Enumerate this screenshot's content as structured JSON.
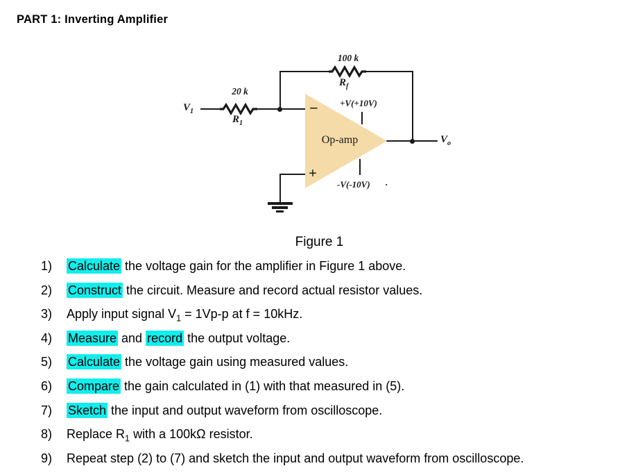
{
  "page": {
    "title": "PART 1: Inverting Amplifier"
  },
  "figure": {
    "caption": "Figure 1",
    "colors": {
      "opamp_fill": "#F5DBA7",
      "wire": "#1A1A1A",
      "highlight": "#12EDED"
    },
    "labels": {
      "rf_value": "100 k",
      "rf_name": "R",
      "rf_sub": "f",
      "r1_value": "20 k",
      "r1_name": "R",
      "r1_sub": "1",
      "vin_name": "V",
      "vin_sub": "1",
      "vout_name": "V",
      "vout_sub": "o",
      "opamp": "Op-amp",
      "minus_sign": "−",
      "plus_sign": "+",
      "vplus": "+V(+10V)",
      "vminus": "-V(-10V)",
      "vminus_period": "."
    }
  },
  "procedure": {
    "items": [
      {
        "num": "1)",
        "segments": [
          {
            "t": "Calculate",
            "h": true
          },
          {
            "t": " the voltage gain for the amplifier in Figure 1 above.",
            "h": false
          }
        ]
      },
      {
        "num": "2)",
        "segments": [
          {
            "t": "Construct",
            "h": true
          },
          {
            "t": " the circuit. Measure and record actual resistor values.",
            "h": false
          }
        ]
      },
      {
        "num": "3)",
        "segments": [
          {
            "t": "Apply input signal V",
            "h": false
          },
          {
            "t": "1",
            "h": false,
            "sub": true
          },
          {
            "t": " = 1Vp-p at f = 10kHz.",
            "h": false
          }
        ]
      },
      {
        "num": "4)",
        "segments": [
          {
            "t": "Measure",
            "h": true
          },
          {
            "t": " and ",
            "h": false
          },
          {
            "t": "record",
            "h": true
          },
          {
            "t": " the output voltage.",
            "h": false
          }
        ]
      },
      {
        "num": "5)",
        "segments": [
          {
            "t": "Calculate",
            "h": true
          },
          {
            "t": " the voltage gain using measured values.",
            "h": false
          }
        ]
      },
      {
        "num": "6)",
        "segments": [
          {
            "t": "Compare",
            "h": true
          },
          {
            "t": " the gain calculated in (1) with that measured in (5).",
            "h": false
          }
        ]
      },
      {
        "num": "7)",
        "segments": [
          {
            "t": "Sketch",
            "h": true
          },
          {
            "t": " the input and output waveform from oscilloscope.",
            "h": false
          }
        ]
      },
      {
        "num": "8)",
        "segments": [
          {
            "t": "Replace R",
            "h": false
          },
          {
            "t": "1",
            "h": false,
            "sub": true
          },
          {
            "t": " with a 100kΩ resistor.",
            "h": false
          }
        ]
      },
      {
        "num": "9)",
        "segments": [
          {
            "t": "Repeat step (2) to (7) and sketch the input and output waveform from oscilloscope.",
            "h": false
          }
        ]
      }
    ]
  }
}
